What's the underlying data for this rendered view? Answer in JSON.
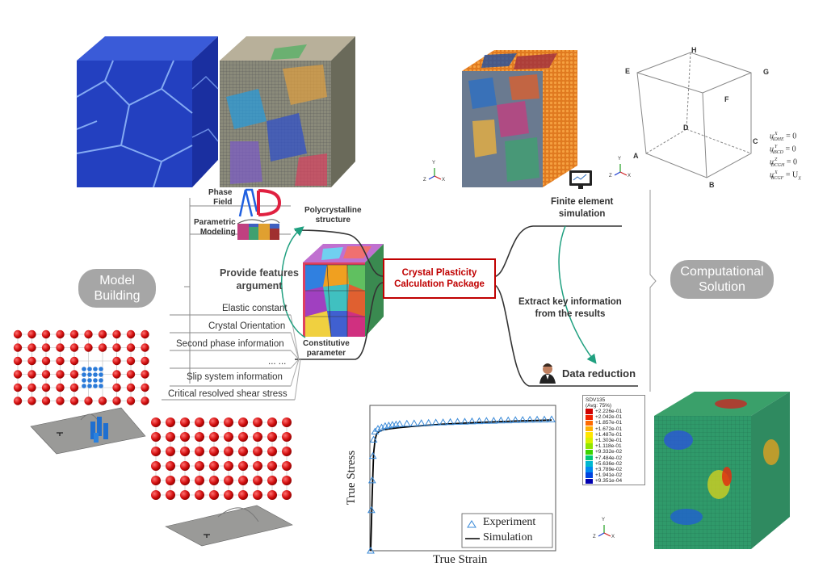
{
  "center": {
    "line1": "Crystal Plasticity",
    "line2": "Calculation Package"
  },
  "left_group": {
    "line1": "Model",
    "line2": "Building"
  },
  "right_group": {
    "line1": "Computational",
    "line2": "Solution"
  },
  "phase_field": {
    "line1": "Phase",
    "line2": "Field"
  },
  "parametric": {
    "line1": "Parametric",
    "line2": "Modeling"
  },
  "polycrystalline": {
    "line1": "Polycrystalline",
    "line2": "structure"
  },
  "provide": {
    "line1": "Provide features",
    "line2": "argument"
  },
  "constitutive": {
    "line1": "Constitutive",
    "line2": "parameter"
  },
  "parameters": [
    "Elastic constant",
    "Crystal Orientation",
    "Second phase information",
    "... ...",
    "Slip system information",
    "Critical resolved shear stress"
  ],
  "fe_sim": {
    "line1": "Finite element",
    "line2": "simulation"
  },
  "extract": {
    "line1": "Extract key information",
    "line2": "from the results"
  },
  "data_reduction": "Data reduction",
  "box_vertices": [
    "H",
    "E",
    "G",
    "F",
    "D",
    "A",
    "C",
    "B"
  ],
  "bc": [
    {
      "u": "u",
      "sup": "X",
      "sub": "ADHE",
      "rhs": "= 0"
    },
    {
      "u": "u",
      "sup": "Y",
      "sub": "ABCD",
      "rhs": "= 0"
    },
    {
      "u": "u",
      "sup": "Z",
      "sub": "DCGH",
      "rhs": "= 0"
    },
    {
      "u": "u",
      "sup": "X",
      "sub": "BCGF",
      "rhs": "= U",
      "rhs_sub": "X"
    }
  ],
  "axes": {
    "x": "X",
    "y": "Y",
    "z": "Z"
  },
  "legend": {
    "title": "SDV135",
    "subtitle": "(Avg: 75%)",
    "values": [
      "+2.226e-01",
      "+2.042e-01",
      "+1.857e-01",
      "+1.672e-01",
      "+1.487e-01",
      "+1.303e-01",
      "+1.118e-01",
      "+9.332e-02",
      "+7.484e-02",
      "+5.636e-02",
      "+3.789e-02",
      "+1.941e-02",
      "+9.351e-04"
    ],
    "colors": [
      "#d00000",
      "#f02000",
      "#ff6a00",
      "#ffb000",
      "#ffe600",
      "#d8f000",
      "#90e600",
      "#3cd400",
      "#00c878",
      "#00b8d0",
      "#0088f0",
      "#0044e0",
      "#0000b0"
    ]
  },
  "chart_data": {
    "type": "line",
    "xlabel": "True Strain",
    "ylabel": "True Stress",
    "legend_position": "bottom-right",
    "grid": false,
    "series": [
      {
        "name": "Experiment",
        "marker": "triangle",
        "x": [
          0.0,
          0.002,
          0.004,
          0.006,
          0.008,
          0.012,
          0.02,
          0.03,
          0.04,
          0.05,
          0.06,
          0.07,
          0.08,
          0.1,
          0.12,
          0.14,
          0.16,
          0.18,
          0.2,
          0.22,
          0.24,
          0.26,
          0.28,
          0.3,
          0.32,
          0.34,
          0.36,
          0.38,
          0.4,
          0.42,
          0.44,
          0.46,
          0.48,
          0.5
        ],
        "y": [
          0.0,
          0.3,
          0.52,
          0.7,
          0.82,
          0.88,
          0.9,
          0.91,
          0.92,
          0.925,
          0.93,
          0.932,
          0.935,
          0.938,
          0.94,
          0.942,
          0.944,
          0.946,
          0.948,
          0.95,
          0.952,
          0.953,
          0.955,
          0.957,
          0.959,
          0.96,
          0.962,
          0.963,
          0.965,
          0.966,
          0.967,
          0.968,
          0.969,
          0.97
        ]
      },
      {
        "name": "Simulation",
        "x": [
          0.0,
          0.004,
          0.008,
          0.012,
          0.016,
          0.02,
          0.03,
          0.05,
          0.08,
          0.12,
          0.2,
          0.3,
          0.4,
          0.5
        ],
        "y": [
          0.0,
          0.4,
          0.72,
          0.82,
          0.86,
          0.875,
          0.89,
          0.9,
          0.91,
          0.92,
          0.935,
          0.948,
          0.958,
          0.965
        ]
      }
    ],
    "xlim": [
      0,
      0.5
    ],
    "ylim": [
      0,
      1.05
    ]
  }
}
